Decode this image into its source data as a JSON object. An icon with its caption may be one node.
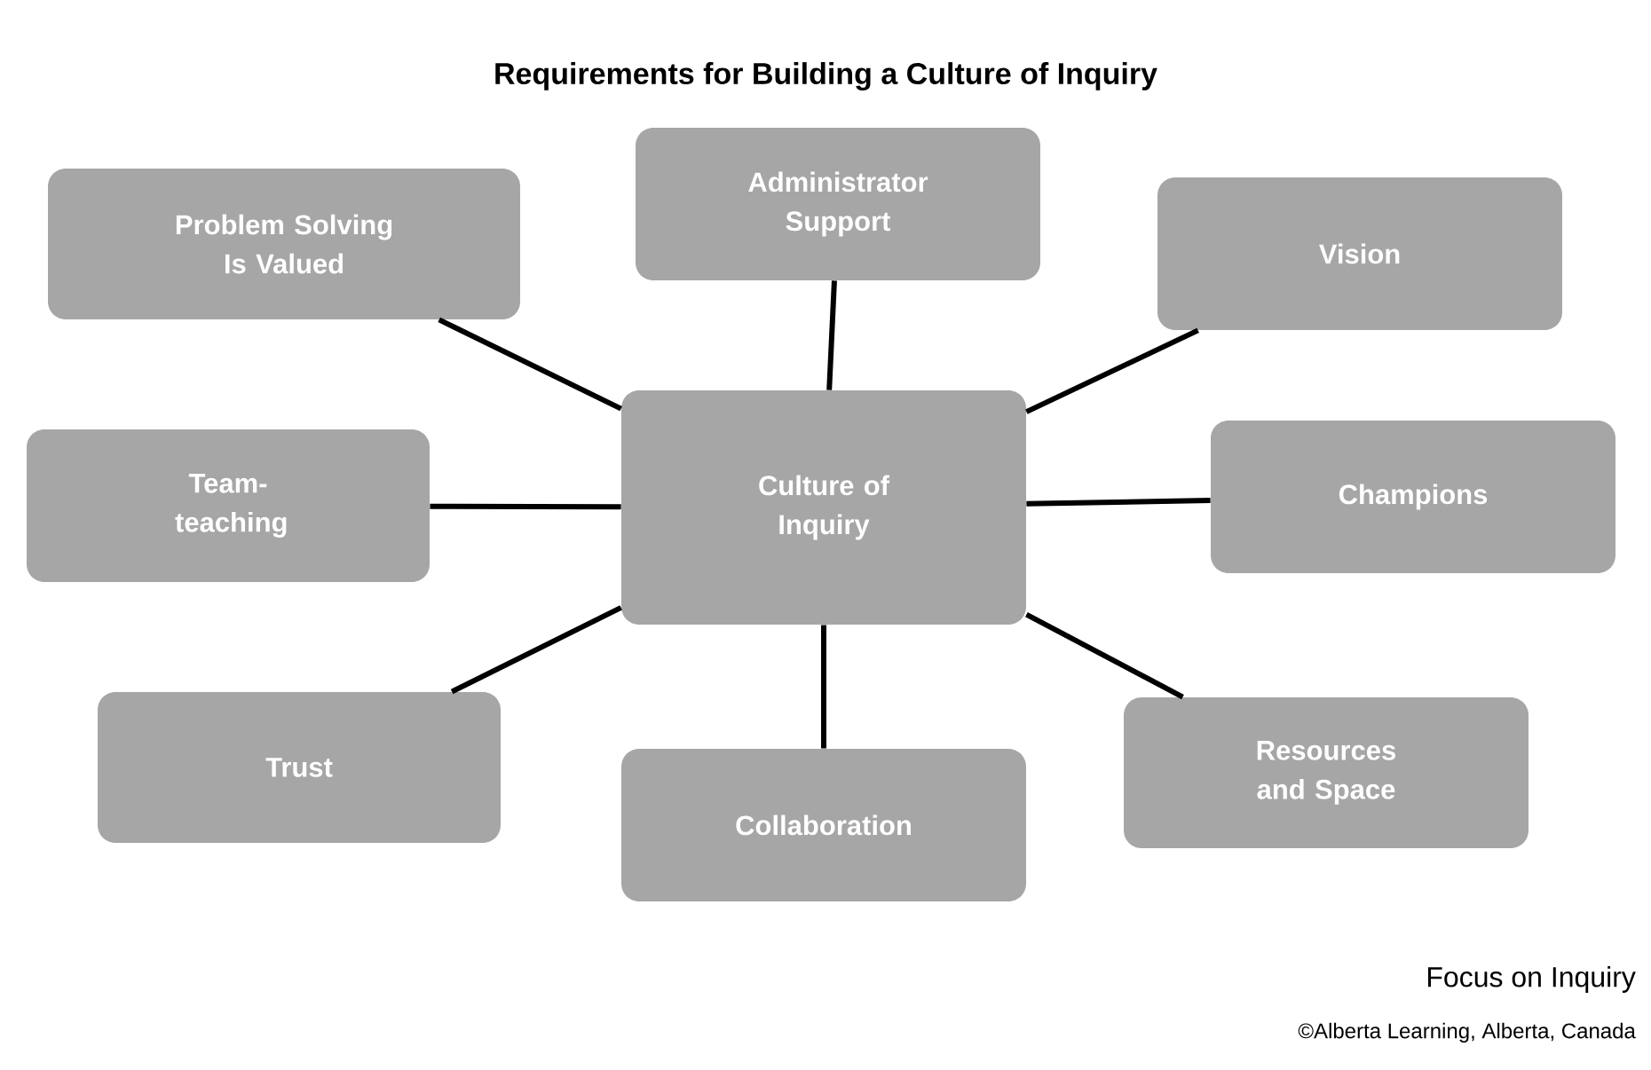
{
  "diagram": {
    "title": "Requirements for Building a Culture of Inquiry",
    "nodes": [
      {
        "text": [
          "Culture of Inquiry"
        ]
      },
      {
        "text": [
          "Problem Solving Is Valued"
        ]
      },
      {
        "text": [
          "Administrator Support"
        ]
      },
      {
        "text": [
          "Vision"
        ]
      },
      {
        "text": [
          "Team-teaching"
        ]
      },
      {
        "text": [
          "Champions"
        ]
      },
      {
        "text": [
          "Trust"
        ]
      },
      {
        "text": [
          "Collaboration"
        ]
      },
      {
        "text": [
          "Resources and Space"
        ]
      }
    ],
    "edges": [
      {
        "from": 0,
        "to": 1,
        "arrow": "none"
      },
      {
        "from": 0,
        "to": 2,
        "arrow": "none"
      },
      {
        "from": 0,
        "to": 3,
        "arrow": "none"
      },
      {
        "from": 0,
        "to": 4,
        "arrow": "none"
      },
      {
        "from": 0,
        "to": 5,
        "arrow": "none"
      },
      {
        "from": 0,
        "to": 6,
        "arrow": "none"
      },
      {
        "from": 0,
        "to": 7,
        "arrow": "none"
      },
      {
        "from": 0,
        "to": 8,
        "arrow": "none"
      }
    ],
    "labels": [
      "Focus on Inquiry",
      "©Alberta Learning, Alberta, Canada"
    ]
  }
}
